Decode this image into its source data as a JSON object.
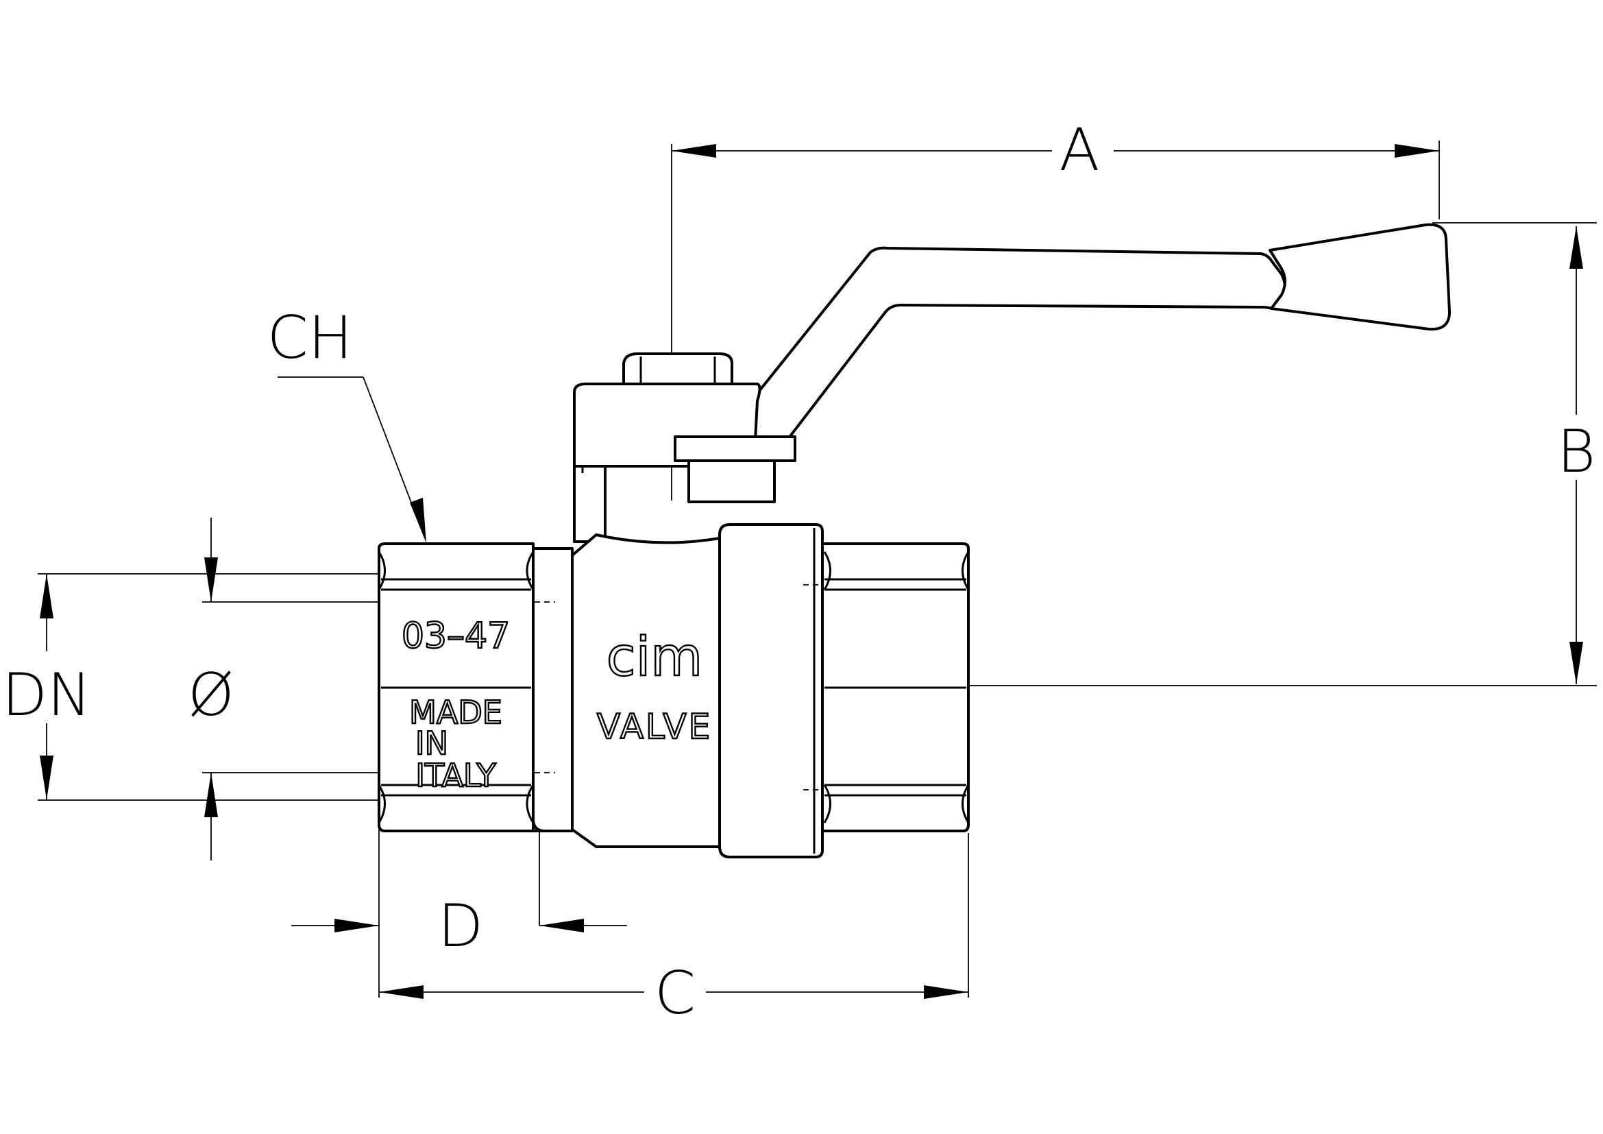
{
  "drawing": {
    "labels": {
      "A": "A",
      "B": "B",
      "C": "C",
      "D": "D",
      "CH": "CH",
      "DN": "DN",
      "diameter": "Ø"
    },
    "markings": {
      "code": "03–47",
      "brand": "cim",
      "valve": "VALVE",
      "made_line1": "MADE",
      "made_line2": "IN",
      "made_line3": "ITALY"
    }
  }
}
